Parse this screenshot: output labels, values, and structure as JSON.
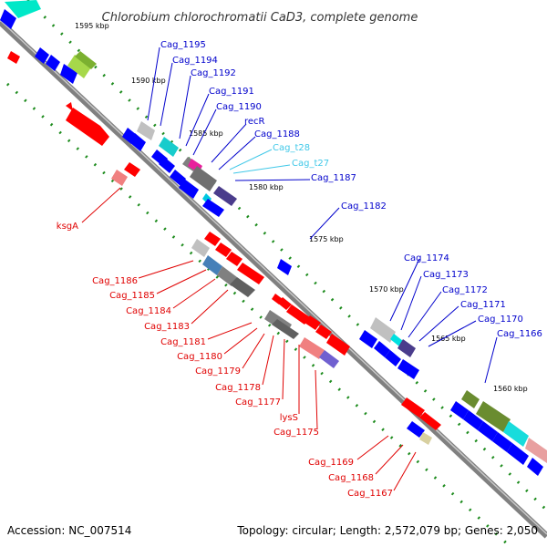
{
  "title": "Chlorobium chlorochromatii CaD3, complete genome",
  "footer": {
    "accession": "Accession: NC_007514",
    "summary": "Topology: circular; Length: 2,572,079 bp; Genes: 2,050"
  },
  "colors": {
    "forward_gene": "#ff0000",
    "reverse_gene": "#0000ff",
    "trna": "#00c8e0",
    "backbone": "#808080",
    "ruler_dots": "#1e8c1e"
  },
  "kbp_ticks": [
    "1595 kbp",
    "1590 kbp",
    "1585 kbp",
    "1580 kbp",
    "1575 kbp",
    "1570 kbp",
    "1565 kbp",
    "1560 kbp"
  ],
  "labels_upper": [
    "Cag_1195",
    "Cag_1194",
    "Cag_1192",
    "Cag_1191",
    "Cag_1190",
    "recR",
    "Cag_1188",
    "Cag_t28",
    "Cag_t27",
    "Cag_1187",
    "Cag_1182",
    "Cag_1174",
    "Cag_1173",
    "Cag_1172",
    "Cag_1171",
    "Cag_1170",
    "Cag_1166"
  ],
  "labels_lower": [
    "ksgA",
    "Cag_1186",
    "Cag_1185",
    "Cag_1184",
    "Cag_1183",
    "Cag_1181",
    "Cag_1180",
    "Cag_1179",
    "Cag_1178",
    "Cag_1177",
    "lysS",
    "Cag_1175",
    "Cag_1169",
    "Cag_1168",
    "Cag_1167"
  ]
}
